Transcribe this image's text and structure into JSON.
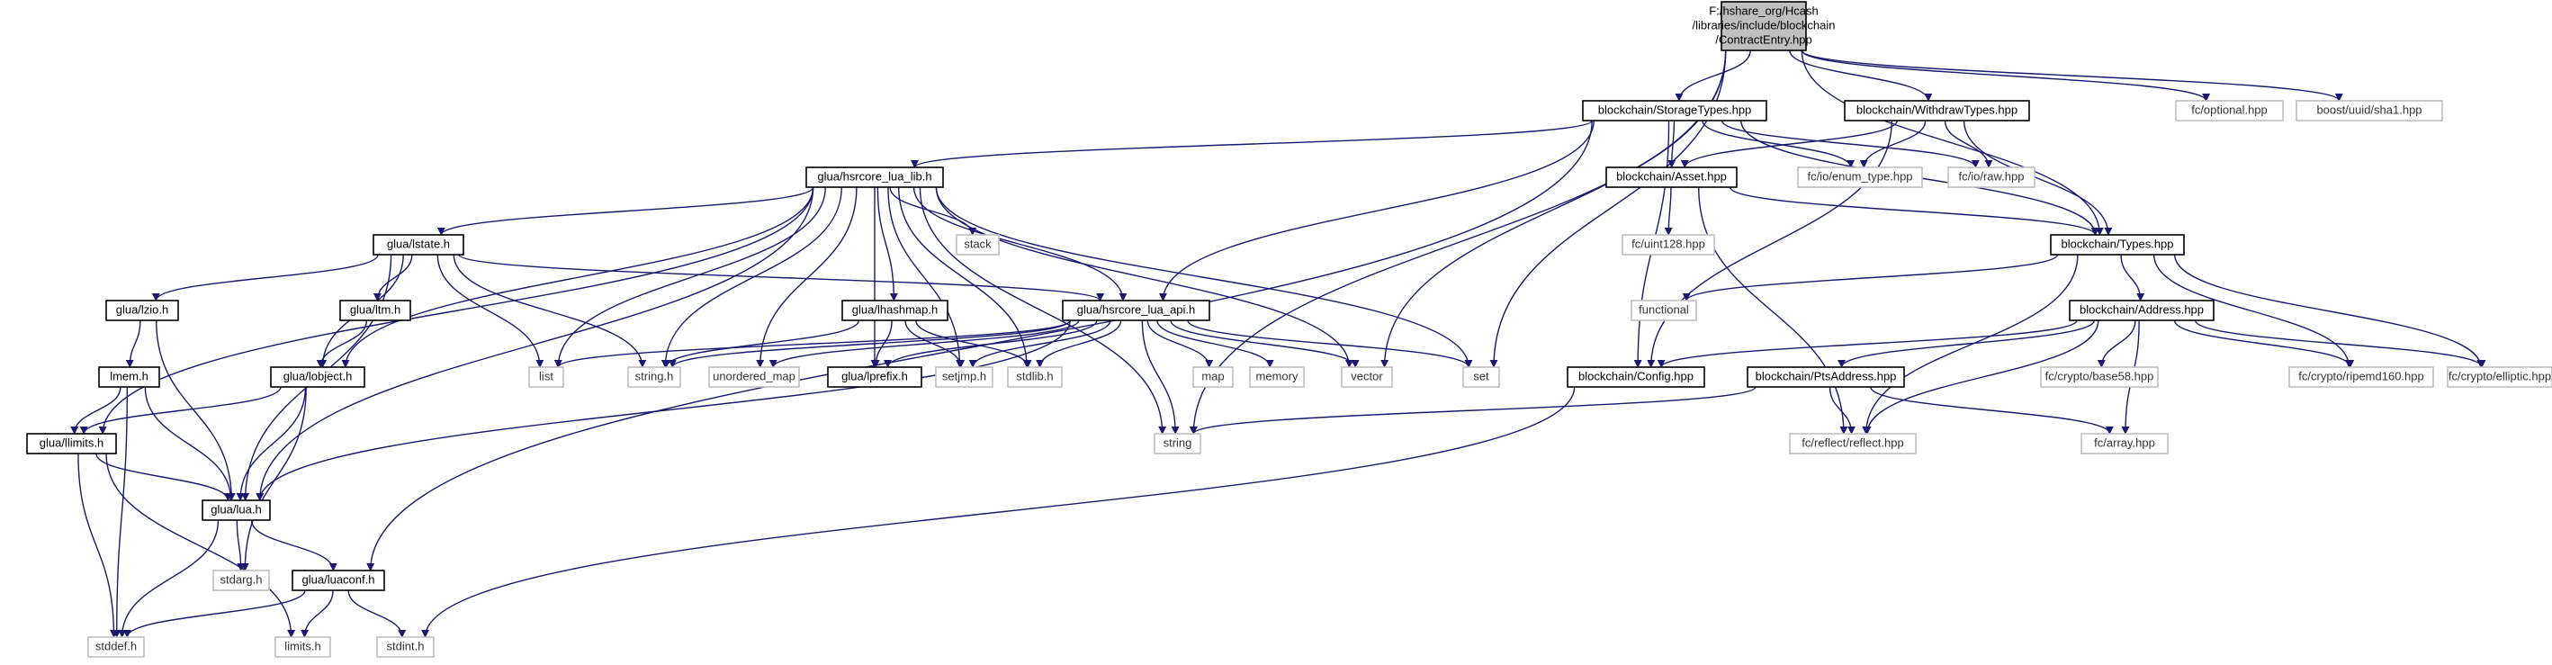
{
  "colors": {
    "edge": "#191970",
    "node_border": "#000000",
    "ghost_border": "#bfbfbf",
    "root_fill": "#bfbfbf",
    "node_fill": "#ffffff"
  },
  "nodes": [
    {
      "id": "root",
      "lines": [
        "F:/hshare_org/Hcash",
        "/libraries/include/blockchain",
        "/ContractEntry.hpp"
      ],
      "kind": "root"
    },
    {
      "id": "storagetypes",
      "lines": [
        "blockchain/StorageTypes.hpp"
      ],
      "kind": "node"
    },
    {
      "id": "withdrawtypes",
      "lines": [
        "blockchain/WithdrawTypes.hpp"
      ],
      "kind": "node"
    },
    {
      "id": "fcoptional",
      "lines": [
        "fc/optional.hpp"
      ],
      "kind": "ghost"
    },
    {
      "id": "boostsha1",
      "lines": [
        "boost/uuid/sha1.hpp"
      ],
      "kind": "ghost"
    },
    {
      "id": "hsrcorelib",
      "lines": [
        "glua/hsrcore_lua_lib.h"
      ],
      "kind": "node"
    },
    {
      "id": "asset",
      "lines": [
        "blockchain/Asset.hpp"
      ],
      "kind": "node"
    },
    {
      "id": "enumtype",
      "lines": [
        "fc/io/enum_type.hpp"
      ],
      "kind": "ghost"
    },
    {
      "id": "fcraw",
      "lines": [
        "fc/io/raw.hpp"
      ],
      "kind": "ghost"
    },
    {
      "id": "stack",
      "lines": [
        "stack"
      ],
      "kind": "ghost"
    },
    {
      "id": "uint128",
      "lines": [
        "fc/uint128.hpp"
      ],
      "kind": "ghost"
    },
    {
      "id": "types",
      "lines": [
        "blockchain/Types.hpp"
      ],
      "kind": "node"
    },
    {
      "id": "lstate",
      "lines": [
        "glua/lstate.h"
      ],
      "kind": "node"
    },
    {
      "id": "lzio",
      "lines": [
        "glua/lzio.h"
      ],
      "kind": "node"
    },
    {
      "id": "ltm",
      "lines": [
        "glua/ltm.h"
      ],
      "kind": "node"
    },
    {
      "id": "lhashmap",
      "lines": [
        "glua/lhashmap.h"
      ],
      "kind": "node"
    },
    {
      "id": "hsrcoreapi",
      "lines": [
        "glua/hsrcore_lua_api.h"
      ],
      "kind": "node"
    },
    {
      "id": "functional",
      "lines": [
        "functional"
      ],
      "kind": "ghost"
    },
    {
      "id": "address",
      "lines": [
        "blockchain/Address.hpp"
      ],
      "kind": "node"
    },
    {
      "id": "lmem",
      "lines": [
        "lmem.h"
      ],
      "kind": "node"
    },
    {
      "id": "lobject",
      "lines": [
        "glua/lobject.h"
      ],
      "kind": "node"
    },
    {
      "id": "list",
      "lines": [
        "list"
      ],
      "kind": "ghost"
    },
    {
      "id": "stringh",
      "lines": [
        "string.h"
      ],
      "kind": "ghost"
    },
    {
      "id": "unorderedmap",
      "lines": [
        "unordered_map"
      ],
      "kind": "ghost"
    },
    {
      "id": "lprefix",
      "lines": [
        "glua/lprefix.h"
      ],
      "kind": "node"
    },
    {
      "id": "setjmp",
      "lines": [
        "setjmp.h"
      ],
      "kind": "ghost"
    },
    {
      "id": "stdlib",
      "lines": [
        "stdlib.h"
      ],
      "kind": "ghost"
    },
    {
      "id": "map",
      "lines": [
        "map"
      ],
      "kind": "ghost"
    },
    {
      "id": "memory",
      "lines": [
        "memory"
      ],
      "kind": "ghost"
    },
    {
      "id": "vector",
      "lines": [
        "vector"
      ],
      "kind": "ghost"
    },
    {
      "id": "set",
      "lines": [
        "set"
      ],
      "kind": "ghost"
    },
    {
      "id": "config",
      "lines": [
        "blockchain/Config.hpp"
      ],
      "kind": "node"
    },
    {
      "id": "ptsaddress",
      "lines": [
        "blockchain/PtsAddress.hpp"
      ],
      "kind": "node"
    },
    {
      "id": "base58",
      "lines": [
        "fc/crypto/base58.hpp"
      ],
      "kind": "ghost"
    },
    {
      "id": "ripemd160",
      "lines": [
        "fc/crypto/ripemd160.hpp"
      ],
      "kind": "ghost"
    },
    {
      "id": "elliptic",
      "lines": [
        "fc/crypto/elliptic.hpp"
      ],
      "kind": "ghost"
    },
    {
      "id": "llimits",
      "lines": [
        "glua/llimits.h"
      ],
      "kind": "node"
    },
    {
      "id": "string",
      "lines": [
        "string"
      ],
      "kind": "ghost"
    },
    {
      "id": "reflect",
      "lines": [
        "fc/reflect/reflect.hpp"
      ],
      "kind": "ghost"
    },
    {
      "id": "fcarray",
      "lines": [
        "fc/array.hpp"
      ],
      "kind": "ghost"
    },
    {
      "id": "lua",
      "lines": [
        "glua/lua.h"
      ],
      "kind": "node"
    },
    {
      "id": "stdarg",
      "lines": [
        "stdarg.h"
      ],
      "kind": "ghost"
    },
    {
      "id": "luaconf",
      "lines": [
        "glua/luaconf.h"
      ],
      "kind": "node"
    },
    {
      "id": "stddef",
      "lines": [
        "stddef.h"
      ],
      "kind": "ghost"
    },
    {
      "id": "limits",
      "lines": [
        "limits.h"
      ],
      "kind": "ghost"
    },
    {
      "id": "stdint",
      "lines": [
        "stdint.h"
      ],
      "kind": "ghost"
    }
  ],
  "edges": [
    [
      "root",
      "storagetypes"
    ],
    [
      "root",
      "withdrawtypes"
    ],
    [
      "root",
      "fcoptional"
    ],
    [
      "root",
      "boostsha1"
    ],
    [
      "root",
      "types"
    ],
    [
      "root",
      "vector"
    ],
    [
      "root",
      "set"
    ],
    [
      "root",
      "string"
    ],
    [
      "storagetypes",
      "hsrcorelib"
    ],
    [
      "storagetypes",
      "asset"
    ],
    [
      "storagetypes",
      "enumtype"
    ],
    [
      "storagetypes",
      "fcraw"
    ],
    [
      "storagetypes",
      "types"
    ],
    [
      "storagetypes",
      "hsrcoreapi"
    ],
    [
      "storagetypes",
      "config"
    ],
    [
      "storagetypes",
      "luaconf"
    ],
    [
      "withdrawtypes",
      "asset"
    ],
    [
      "withdrawtypes",
      "enumtype"
    ],
    [
      "withdrawtypes",
      "fcraw"
    ],
    [
      "withdrawtypes",
      "types"
    ],
    [
      "withdrawtypes",
      "config"
    ],
    [
      "asset",
      "uint128"
    ],
    [
      "asset",
      "types"
    ],
    [
      "asset",
      "reflect"
    ],
    [
      "types",
      "functional"
    ],
    [
      "types",
      "address"
    ],
    [
      "types",
      "reflect"
    ],
    [
      "types",
      "ripemd160"
    ],
    [
      "types",
      "elliptic"
    ],
    [
      "address",
      "config"
    ],
    [
      "address",
      "ptsaddress"
    ],
    [
      "address",
      "base58"
    ],
    [
      "address",
      "ripemd160"
    ],
    [
      "address",
      "elliptic"
    ],
    [
      "address",
      "reflect"
    ],
    [
      "address",
      "fcarray"
    ],
    [
      "ptsaddress",
      "string"
    ],
    [
      "ptsaddress",
      "reflect"
    ],
    [
      "ptsaddress",
      "fcarray"
    ],
    [
      "config",
      "stdint"
    ],
    [
      "hsrcorelib",
      "lstate"
    ],
    [
      "hsrcorelib",
      "stack"
    ],
    [
      "hsrcorelib",
      "lhashmap"
    ],
    [
      "hsrcorelib",
      "hsrcoreapi"
    ],
    [
      "hsrcorelib",
      "lobject"
    ],
    [
      "hsrcorelib",
      "llimits"
    ],
    [
      "hsrcorelib",
      "lua"
    ],
    [
      "hsrcorelib",
      "list"
    ],
    [
      "hsrcorelib",
      "stringh"
    ],
    [
      "hsrcorelib",
      "unorderedmap"
    ],
    [
      "hsrcorelib",
      "lprefix"
    ],
    [
      "hsrcorelib",
      "setjmp"
    ],
    [
      "hsrcorelib",
      "stdlib"
    ],
    [
      "hsrcorelib",
      "vector"
    ],
    [
      "hsrcorelib",
      "set"
    ],
    [
      "hsrcorelib",
      "string"
    ],
    [
      "lstate",
      "lzio"
    ],
    [
      "lstate",
      "ltm"
    ],
    [
      "lstate",
      "lobject"
    ],
    [
      "lstate",
      "lua"
    ],
    [
      "lstate",
      "list"
    ],
    [
      "lstate",
      "stringh"
    ],
    [
      "lstate",
      "hsrcoreapi"
    ],
    [
      "lzio",
      "lmem"
    ],
    [
      "lzio",
      "lua"
    ],
    [
      "ltm",
      "lobject"
    ],
    [
      "lhashmap",
      "stringh"
    ],
    [
      "lhashmap",
      "lprefix"
    ],
    [
      "lhashmap",
      "setjmp"
    ],
    [
      "lhashmap",
      "stdlib"
    ],
    [
      "hsrcoreapi",
      "list"
    ],
    [
      "hsrcoreapi",
      "stringh"
    ],
    [
      "hsrcoreapi",
      "unorderedmap"
    ],
    [
      "hsrcoreapi",
      "lprefix"
    ],
    [
      "hsrcoreapi",
      "setjmp"
    ],
    [
      "hsrcoreapi",
      "stdlib"
    ],
    [
      "hsrcoreapi",
      "map"
    ],
    [
      "hsrcoreapi",
      "memory"
    ],
    [
      "hsrcoreapi",
      "vector"
    ],
    [
      "hsrcoreapi",
      "set"
    ],
    [
      "hsrcoreapi",
      "string"
    ],
    [
      "hsrcoreapi",
      "lua"
    ],
    [
      "lmem",
      "llimits"
    ],
    [
      "lmem",
      "lua"
    ],
    [
      "lmem",
      "stddef"
    ],
    [
      "lobject",
      "llimits"
    ],
    [
      "lobject",
      "lua"
    ],
    [
      "lobject",
      "stdarg"
    ],
    [
      "llimits",
      "lua"
    ],
    [
      "llimits",
      "stddef"
    ],
    [
      "llimits",
      "limits"
    ],
    [
      "lua",
      "stdarg"
    ],
    [
      "lua",
      "luaconf"
    ],
    [
      "lua",
      "stddef"
    ],
    [
      "luaconf",
      "stddef"
    ],
    [
      "luaconf",
      "limits"
    ],
    [
      "luaconf",
      "stdint"
    ]
  ]
}
